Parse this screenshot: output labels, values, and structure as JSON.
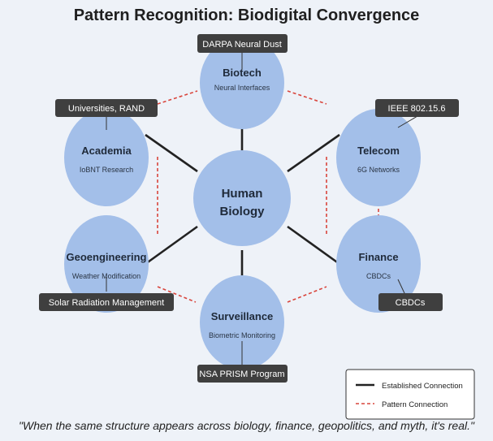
{
  "title": "Pattern Recognition: Biodigital Convergence",
  "center": {
    "line1": "Human",
    "line2": "Biology"
  },
  "nodes": [
    {
      "name": "Biotech",
      "sub": "Neural Interfaces",
      "tag": "DARPA Neural Dust"
    },
    {
      "name": "Academia",
      "sub": "IoBNT Research",
      "tag": "Universities, RAND"
    },
    {
      "name": "Telecom",
      "sub": "6G Networks",
      "tag": "IEEE 802.15.6"
    },
    {
      "name": "Geoengineering",
      "sub": "Weather Modification",
      "tag": "Solar Radiation Management"
    },
    {
      "name": "Finance",
      "sub": "CBDCs",
      "tag": "CBDCs"
    },
    {
      "name": "Surveillance",
      "sub": "Biometric Monitoring",
      "tag": "NSA PRISM Program"
    }
  ],
  "legend": {
    "established": "Established Connection",
    "pattern": "Pattern Connection"
  },
  "colors": {
    "node": "#a3bfe9",
    "tag": "#3f3f3f",
    "solid": "#222222",
    "dashed": "#d9453c",
    "background": "#eef2f8"
  },
  "quote": "\"When the same structure appears across biology, finance, geopolitics, and myth, it's real.\""
}
